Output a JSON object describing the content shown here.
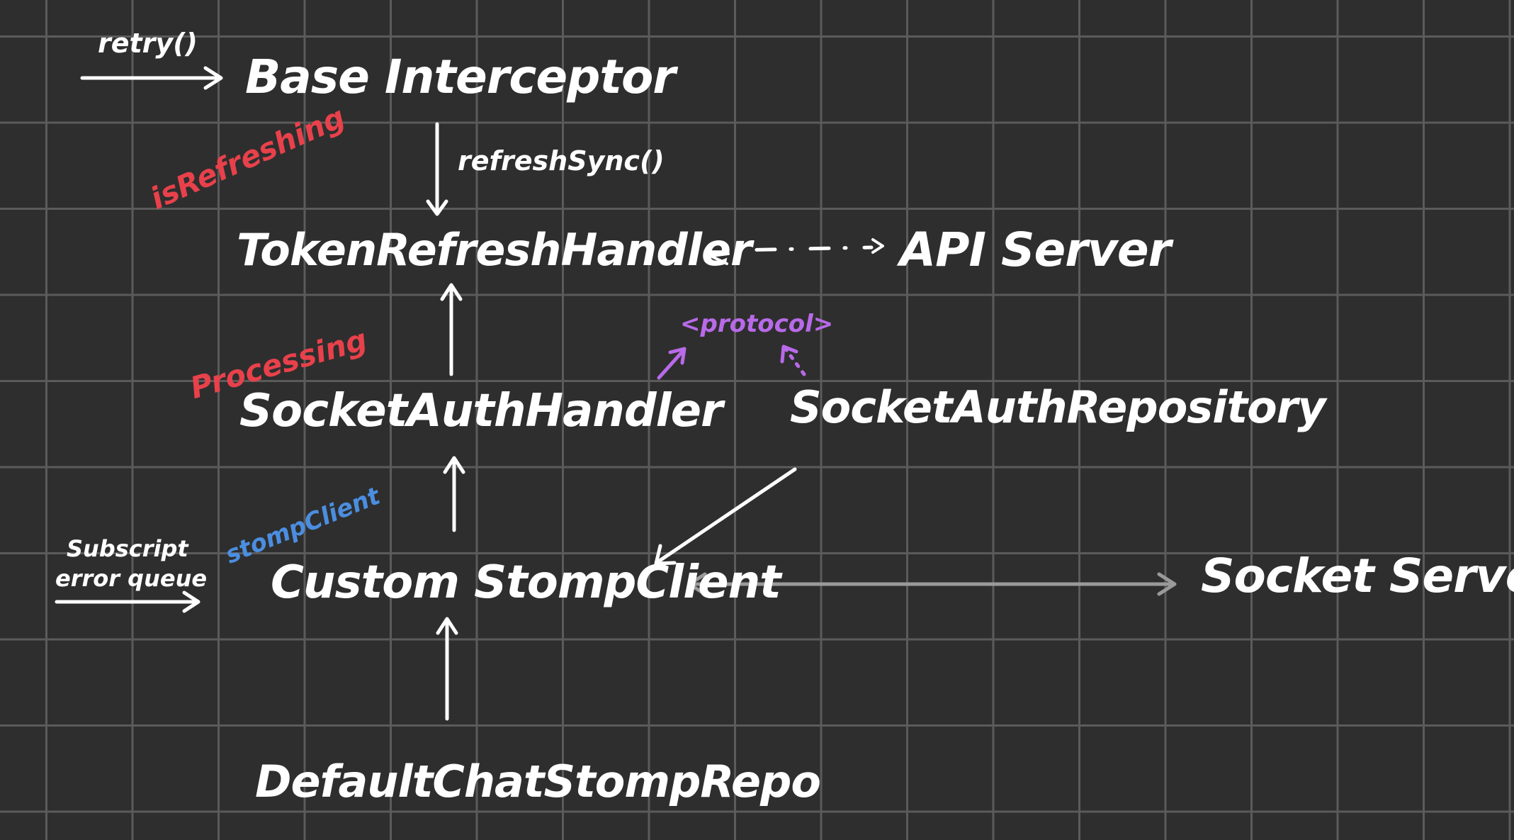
{
  "nodes": {
    "base_interceptor": "Base Interceptor",
    "token_refresh_handler": "TokenRefreshHandler",
    "api_server": "API Server",
    "socket_auth_handler": "SocketAuthHandler",
    "socket_auth_repository": "SocketAuthRepository",
    "custom_stomp_client": "Custom StompClient",
    "socket_server": "Socket Server",
    "default_chat_stomp_repo": "DefaultChatStompRepo"
  },
  "edge_labels": {
    "retry": "retry()",
    "refresh_sync": "refreshSync()",
    "subscript": "Subscript",
    "error_queue": "error queue"
  },
  "annotations": {
    "is_refreshing": "isRefreshing",
    "processing": "Processing",
    "stomp_client": "stompClient",
    "protocol": "<protocol>"
  },
  "colors": {
    "background": "#2e2e2e",
    "grid": "#5b5b5b",
    "text": "#ffffff",
    "annotation_red": "#e8414b",
    "annotation_blue": "#4b8ee0",
    "annotation_purple": "#b86ae8",
    "socket_arrow": "#9a9a9a"
  }
}
